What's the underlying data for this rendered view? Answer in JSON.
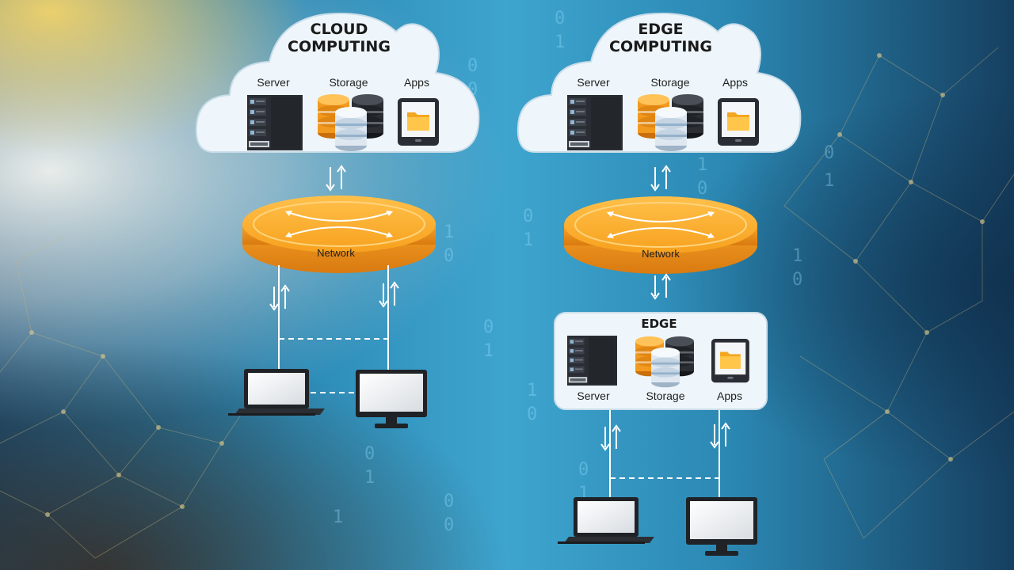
{
  "cloud_panel": {
    "title_line1": "CLOUD",
    "title_line2": "COMPUTING",
    "server_label": "Server",
    "storage_label": "Storage",
    "apps_label": "Apps",
    "network_label": "Network"
  },
  "edge_panel": {
    "title_line1": "EDGE",
    "title_line2": "COMPUTING",
    "server_label": "Server",
    "storage_label": "Storage",
    "apps_label": "Apps",
    "network_label": "Network",
    "edge_box_title": "EDGE",
    "edge_server_label": "Server",
    "edge_storage_label": "Storage",
    "edge_apps_label": "Apps"
  },
  "colors": {
    "network_orange": "#f29a1f",
    "cloud_white": "#eef6fb",
    "background_blue": "#2a8fb6"
  },
  "icons": [
    "server-icon",
    "storage-icon",
    "apps-icon",
    "network-hub-icon",
    "laptop-icon",
    "monitor-icon"
  ]
}
